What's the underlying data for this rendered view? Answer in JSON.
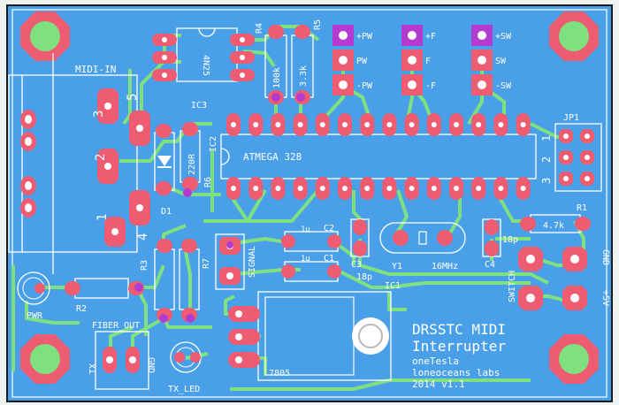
{
  "colors": {
    "board": "#4aa0e8",
    "copper": "#7fe07f",
    "pad": "#ee5c72",
    "via": "#b43bd0",
    "silk": "#ffffff",
    "border": "#1a1a1a"
  },
  "labels": {
    "midi_in": "MIDI-IN",
    "pin3": "3",
    "pin5": "5",
    "pin2": "2",
    "pin1": "1",
    "pin4": "4",
    "d1": "D1",
    "r4": "R4",
    "r5": "R5",
    "val_100k": "100k",
    "val_3k3": "3.3k",
    "ic3": "IC3",
    "part_4n25": "4N25",
    "r6": "R6",
    "val_220r": "220R",
    "ic2": "IC2",
    "atmega": "ATMEGA 328",
    "pw1": "+PW",
    "pw2": "PW",
    "pw3": "-PW",
    "f1": "+F",
    "f2": "F",
    "f3": "-F",
    "sw1": "+SW",
    "sw2": "SW",
    "sw3": "-SW",
    "jp1": "JP1",
    "jp_1": "1",
    "jp_2": "2",
    "jp_3": "3",
    "r1": "R1",
    "val_4k7": "4.7k",
    "c2": "C2",
    "c1": "C1",
    "c2_val": "1u",
    "c1_val": "1u",
    "c3": "C3",
    "c3_val": "18p",
    "c4": "C4",
    "c4_val": "18p",
    "y1": "Y1",
    "mhz": "16MHz",
    "r3": "R3",
    "r7": "R7",
    "r2": "R2",
    "signal": "SIGNAL",
    "switch": "SWITCH",
    "gnd1": "GND",
    "plus5v": "+5V",
    "pwr": "PWR",
    "fiber_out": "FIBER_OUT",
    "tx": "TX",
    "gnd2": "GND",
    "tx_led": "TX_LED",
    "ic1": "IC1",
    "part_7805": "7805",
    "title1": "DRSSTC MIDI",
    "title2": "Interrupter",
    "credit1": "oneTesla",
    "credit2": "loneoceans labs",
    "credit3": "2014 v1.1"
  }
}
